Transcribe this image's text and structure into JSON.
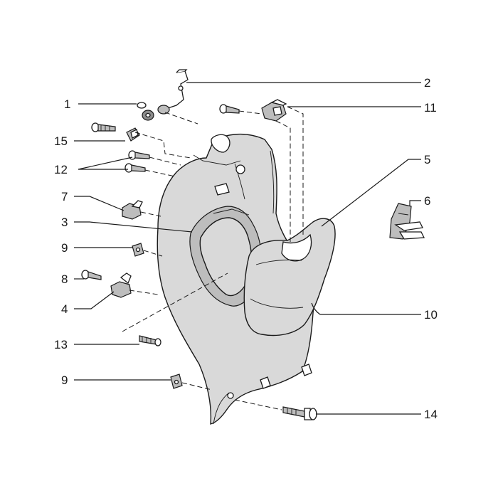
{
  "callouts": {
    "c1": "1",
    "c2": "2",
    "c3": "3",
    "c4": "4",
    "c5": "5",
    "c6": "6",
    "c7": "7",
    "c8": "8",
    "c9a": "9",
    "c9b": "9",
    "c10": "10",
    "c11": "11",
    "c12": "12",
    "c13": "13",
    "c14": "14",
    "c15": "15"
  },
  "colors": {
    "line": "#1a1a1a",
    "panel": "#d9d9d9",
    "background": "#ffffff"
  }
}
